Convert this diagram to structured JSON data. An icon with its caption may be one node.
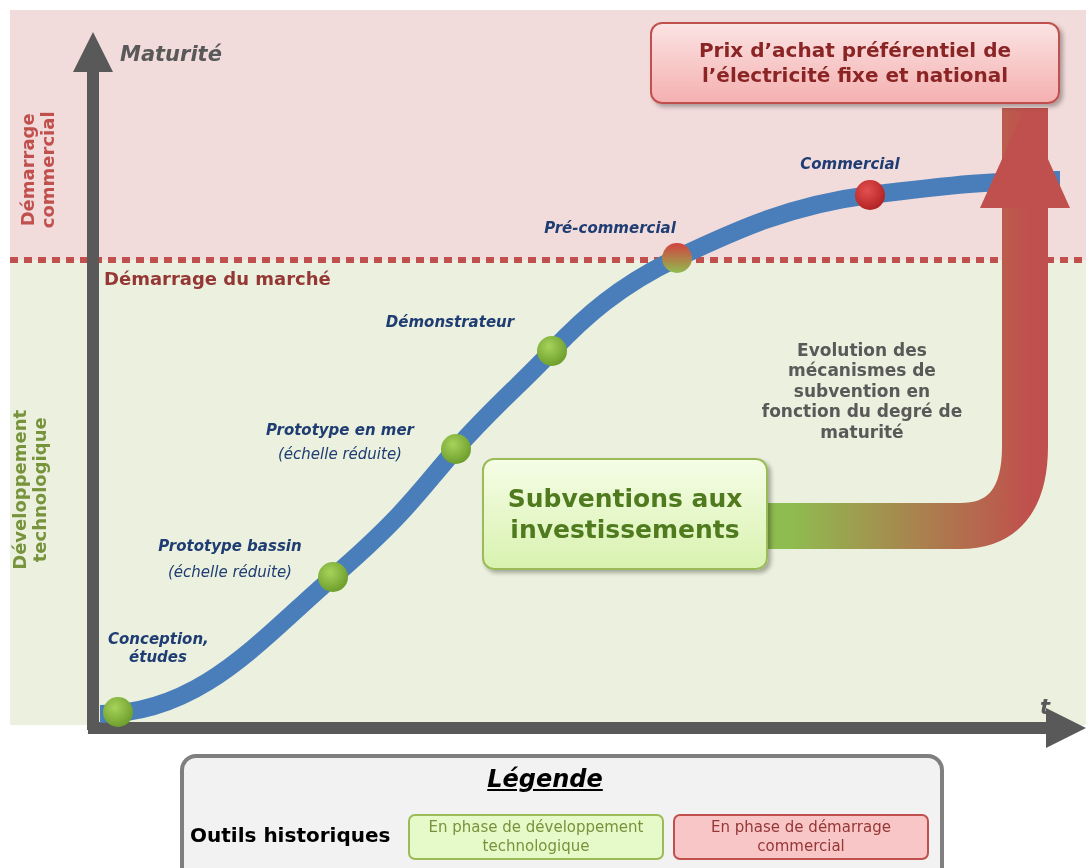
{
  "diagram": {
    "nodes": [
      {
        "text": [
          "Prix d’achat préférentiel de l’électricité fixe et national"
        ]
      },
      {
        "text": [
          "Subventions aux investissements"
        ]
      }
    ],
    "edges": [
      {
        "from": 1,
        "to": 0,
        "arrow": "to",
        "label": "Evolution des mécanismes de subvention en fonction du degré de maturité"
      }
    ],
    "labels": [
      "Maturité",
      "Démarrage commercial",
      "Commercial",
      "Pré-commercial",
      "Démarrage du marché",
      "Démonstrateur",
      "Développement technologique",
      "Prototype en mer",
      "(échelle réduite)",
      "Prototype bassin",
      "(échelle réduite)",
      "Conception, études",
      "t",
      "Légende",
      "Outils historiques"
    ],
    "legend": [
      {
        "text": "En phase de développement technologique",
        "color": "#e6f9c8"
      },
      {
        "text": "En phase de démarrage commercial",
        "color": "#f8c6c6"
      }
    ]
  }
}
